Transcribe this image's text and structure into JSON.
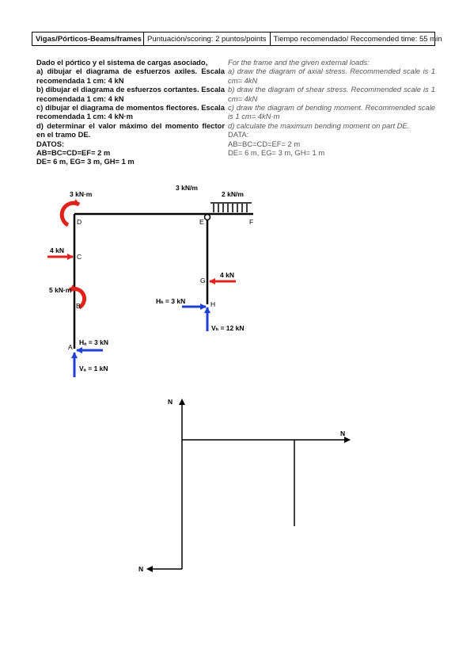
{
  "header": {
    "course": "Vigas/Pórticos-Beams/frames",
    "scoring": "Puntuación/scoring:  2 puntos/points",
    "time": "Tiempo recomendado/ Reccomended time: 55 min"
  },
  "spanish": {
    "intro": "Dado el pórtico y el sistema de cargas asociado,",
    "a": "a) dibujar el diagrama de esfuerzos axiles. Escala recomendada 1 cm: 4 kN",
    "b": "b) dibujar el diagrama de esfuerzos cortantes. Escala recomendada 1 cm: 4 kN",
    "c": "c) dibujar el diagrama de momentos flectores. Escala recomendada 1 cm: 4 kN·m",
    "d": "d) determinar el valor máximo del momento flector en el tramo DE.",
    "data_title": "DATOS:",
    "data1": "AB=BC=CD=EF= 2 m",
    "data2": "DE= 6 m, EG= 3 m, GH= 1 m"
  },
  "english": {
    "intro": "For the frame and the given external loads:",
    "a": "a) draw the diagram of axial stress. Recommended scale is 1 cm= 4kN",
    "b": "b) draw the diagram of shear stress. Recommended scale is 1 cm= 4kN",
    "c": "c) draw the diagram of bending moment. Recommended scale is 1 cm= 4kN·m",
    "d": "d) calculate the maximum bending moment on part DE.",
    "data_title": "DATA:",
    "data1": "AB=BC=CD=EF= 2 m",
    "data2": "DE= 6 m, EG= 3 m, GH= 1 m"
  },
  "frame": {
    "moment_D": "3 kN·m",
    "dist_DE": "3 kN/m",
    "dist_EF": "2 kN/m",
    "force_C": "4 kN",
    "moment_B": "5 kN·m",
    "force_G": "4 kN",
    "reaction_HH": "Hₕ = 3 kN",
    "reaction_VH": "Vₕ = 12 kN",
    "reaction_HA": "Hₐ = 3 kN",
    "reaction_VA": "Vₐ = 1 kN",
    "nodes": {
      "A": "A",
      "B": "B",
      "C": "C",
      "D": "D",
      "E": "E",
      "F": "F",
      "G": "G",
      "H": "H"
    }
  },
  "diagram_axes": {
    "top": "N",
    "right": "N",
    "bottom_left": "N"
  },
  "colors": {
    "load_arrow": "#e0221a",
    "reaction_arrow": "#1f3fd6",
    "line": "#000000"
  }
}
